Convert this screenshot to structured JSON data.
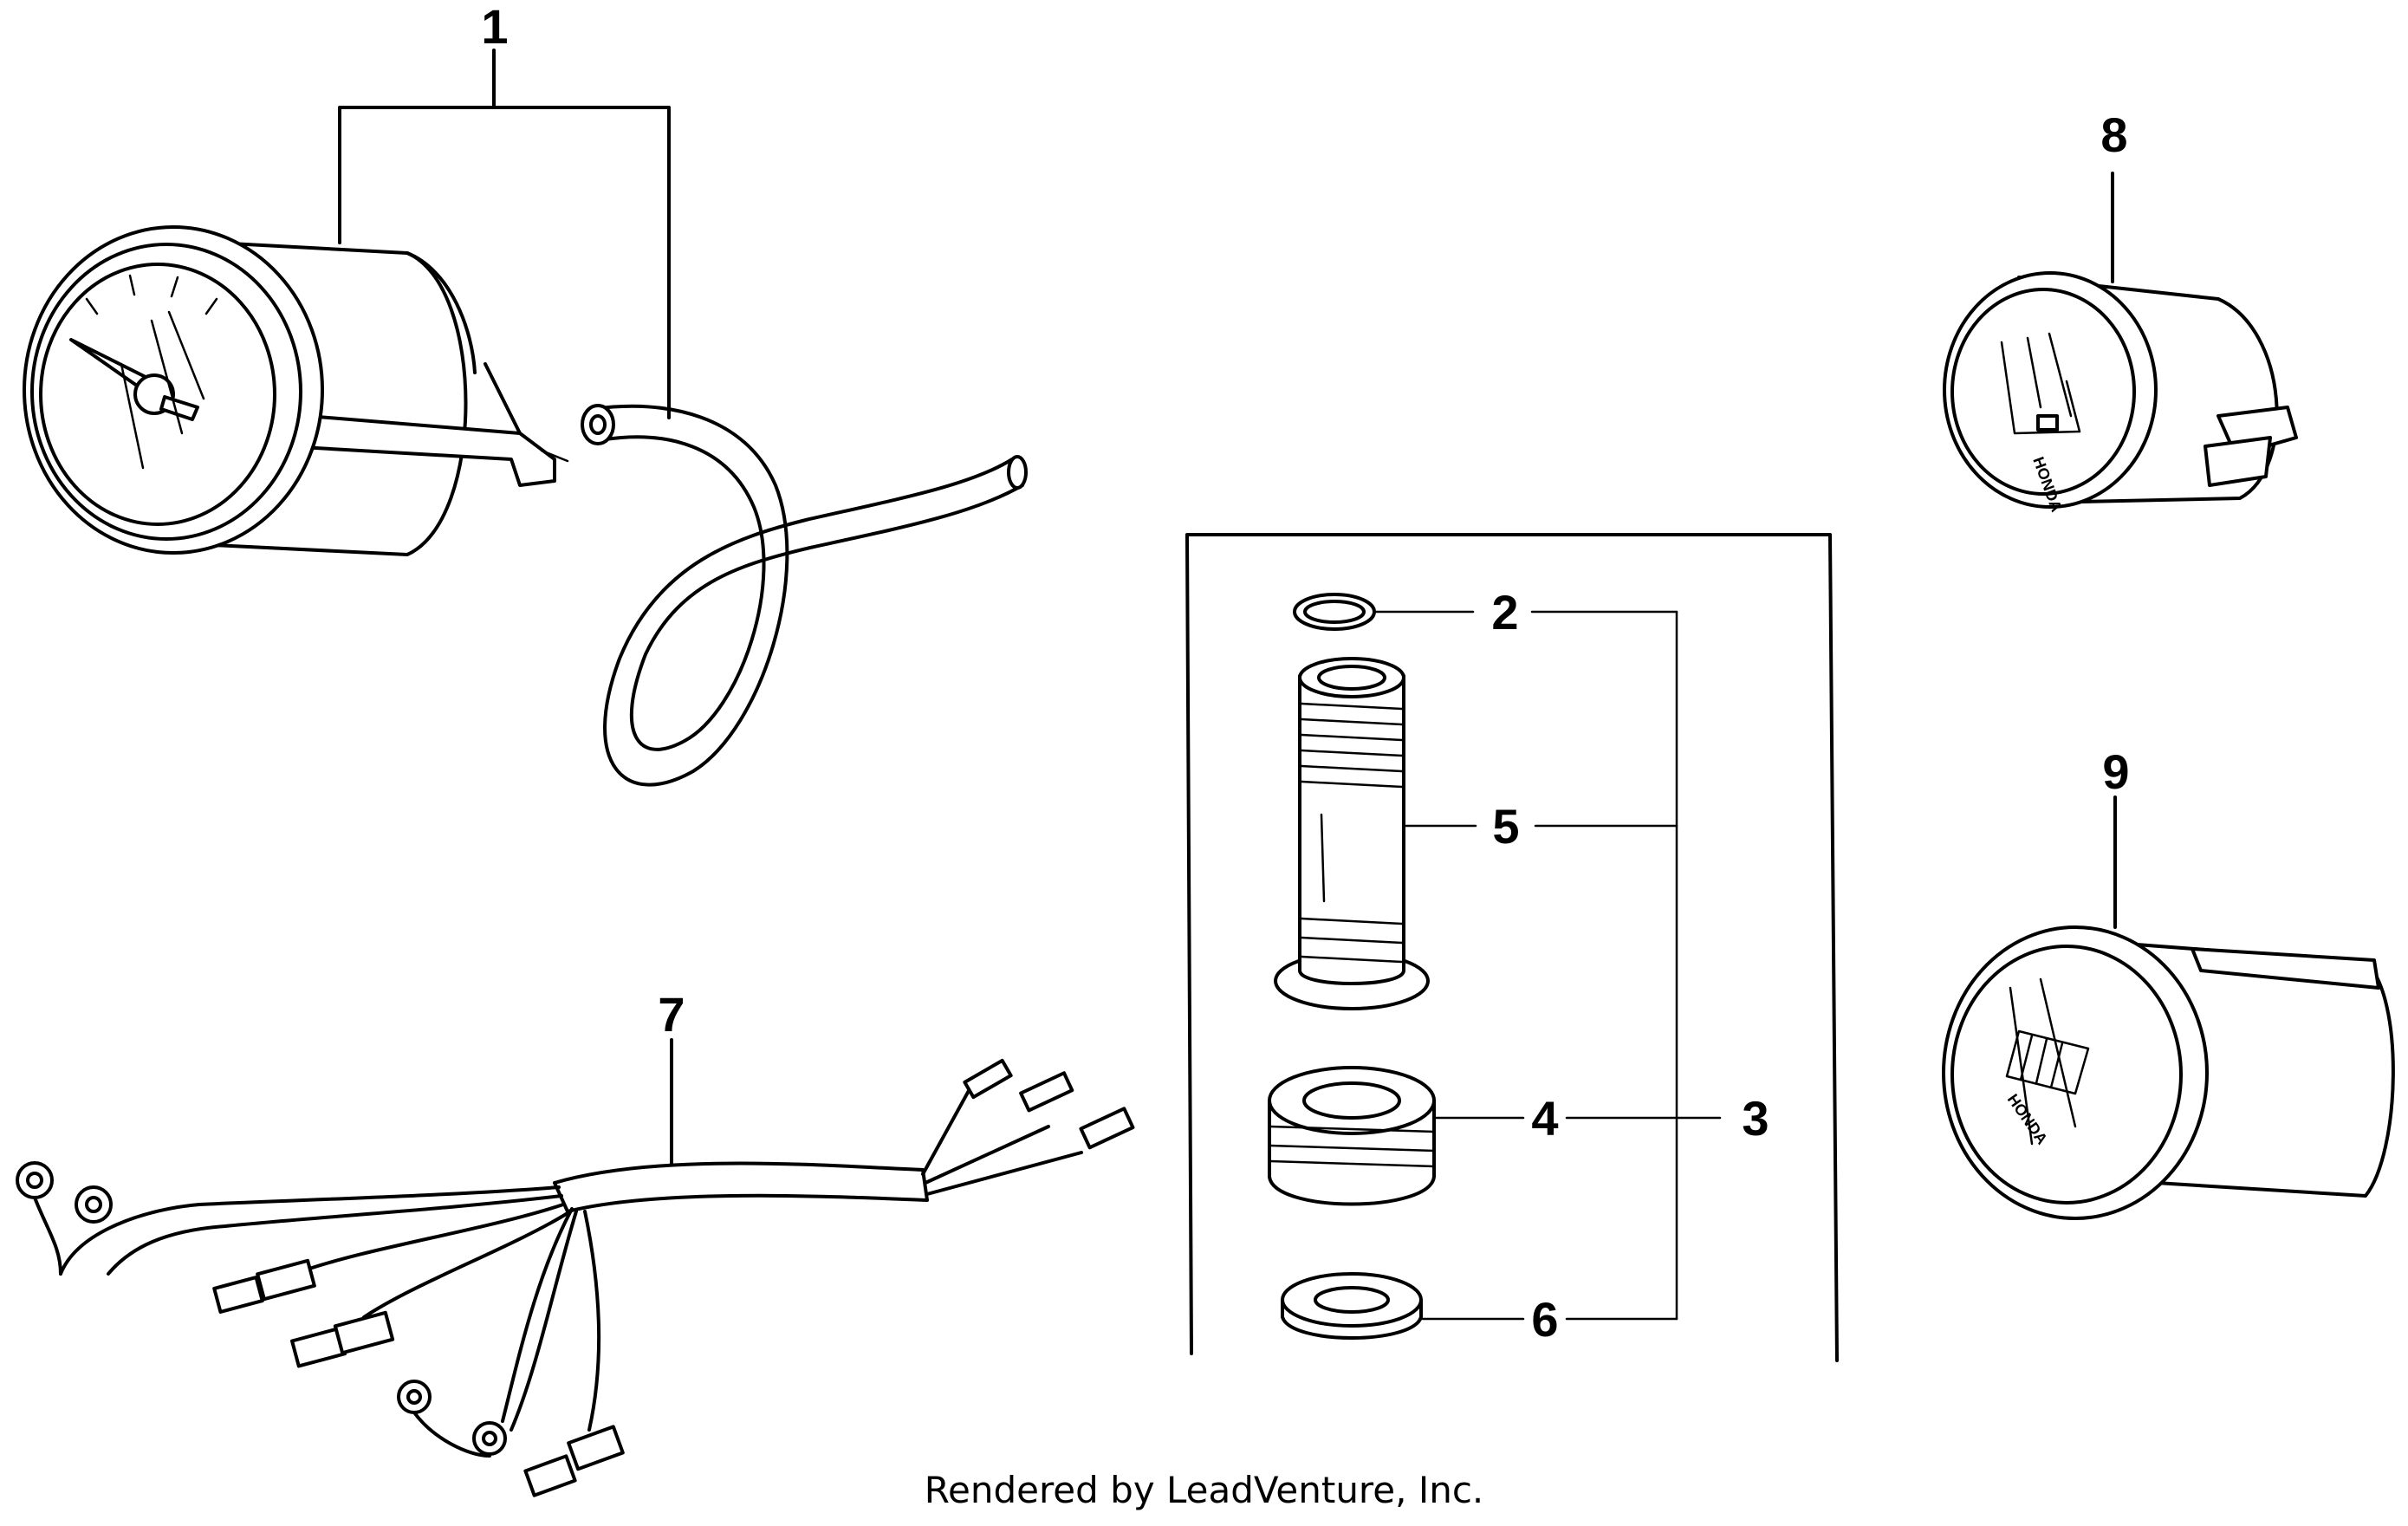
{
  "callouts": {
    "c1": "1",
    "c2": "2",
    "c3": "3",
    "c4": "4",
    "c5": "5",
    "c6": "6",
    "c7": "7",
    "c8": "8",
    "c9": "9"
  },
  "gauge_brand": "HONDA",
  "footer": "Rendered by LeadVenture, Inc."
}
